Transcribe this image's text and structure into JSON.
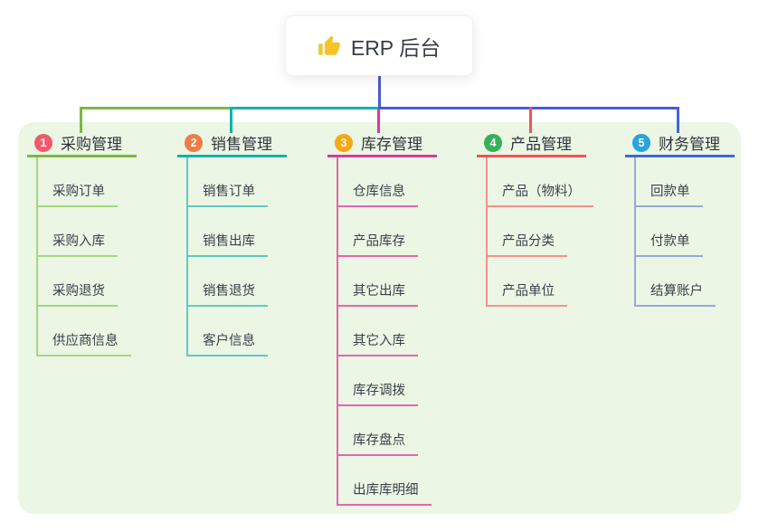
{
  "root": {
    "label": "ERP 后台",
    "icon": "thumbs-up-icon",
    "icon_color": "#f6c426"
  },
  "theme": {
    "panel_bg": "#ebf6e4",
    "stem_color": "#4a5ad4"
  },
  "branches": [
    {
      "index": "1",
      "label": "采购管理",
      "badge_color": "#f25a6b",
      "accent": "#7cb83e",
      "light": "#a8d583",
      "children": [
        "采购订单",
        "采购入库",
        "采购退货",
        "供应商信息"
      ]
    },
    {
      "index": "2",
      "label": "销售管理",
      "badge_color": "#f17b47",
      "accent": "#10b3ab",
      "light": "#62c9c3",
      "children": [
        "销售订单",
        "销售出库",
        "销售退货",
        "客户信息"
      ]
    },
    {
      "index": "3",
      "label": "库存管理",
      "badge_color": "#f8a713",
      "accent": "#d9399e",
      "light": "#e765af",
      "children": [
        "仓库信息",
        "产品库存",
        "其它出库",
        "其它入库",
        "库存调拨",
        "库存盘点",
        "出库库明细"
      ]
    },
    {
      "index": "4",
      "label": "产品管理",
      "badge_color": "#36b15b",
      "accent": "#f25355",
      "light": "#f4918f",
      "children": [
        "产品（物料）",
        "产品分类",
        "产品单位"
      ]
    },
    {
      "index": "5",
      "label": "财务管理",
      "badge_color": "#2ba3db",
      "accent": "#3f66d8",
      "light": "#98a8da",
      "children": [
        "回款单",
        "付款单",
        "结算账户"
      ]
    }
  ]
}
